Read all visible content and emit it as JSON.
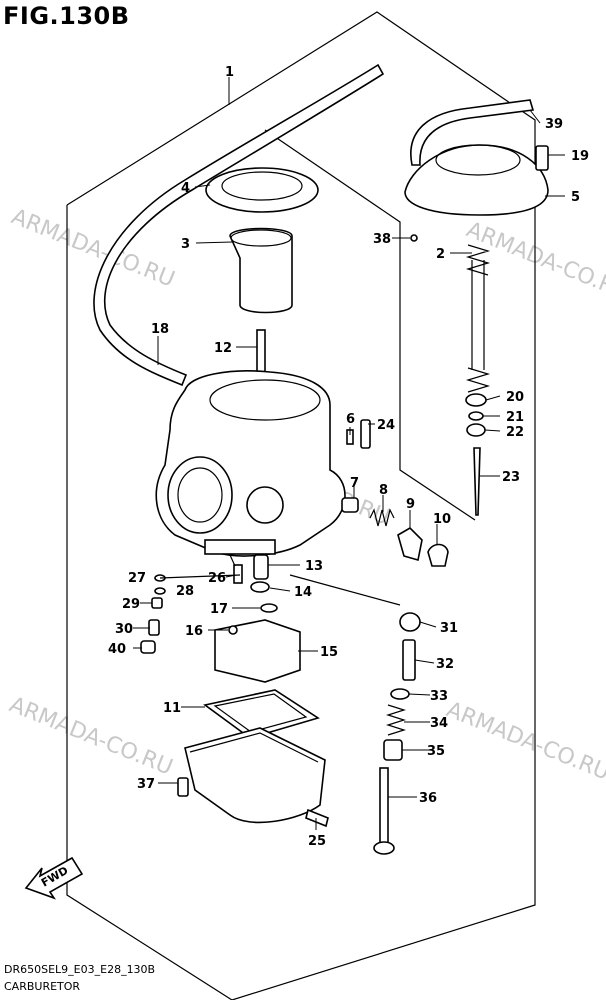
{
  "figure": {
    "title": "FIG.130B",
    "model_code": "DR650SEL9_E03_E28_130B",
    "caption": "CARBURETOR",
    "watermark": "ARMADA-CO.RU",
    "fwd_label": "FWD"
  },
  "parts": [
    "1",
    "2",
    "3",
    "4",
    "5",
    "6",
    "7",
    "8",
    "9",
    "10",
    "11",
    "12",
    "13",
    "14",
    "15",
    "16",
    "17",
    "18",
    "19",
    "20",
    "21",
    "22",
    "23",
    "24",
    "25",
    "26",
    "27",
    "28",
    "29",
    "30",
    "31",
    "32",
    "33",
    "34",
    "35",
    "36",
    "37",
    "38",
    "39",
    "40"
  ],
  "colors": {
    "ink": "#000000",
    "watermark": "#c8c8c8",
    "background": "#ffffff"
  }
}
